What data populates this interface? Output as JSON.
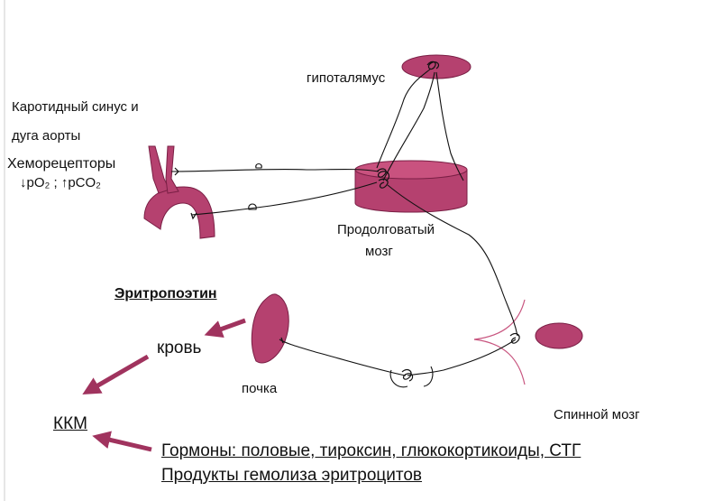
{
  "colors": {
    "organ_fill": "#b5416f",
    "organ_stroke": "#7a1f45",
    "arrow": "#a0335e",
    "nerve": "#111111",
    "spinal_outline": "#c8557f"
  },
  "labels": {
    "carotid_line1": "Каротидный синус и",
    "carotid_line2": "дуга аорты",
    "chemoreceptors": "Хеморецепторы",
    "gas_values": "↓pO₂ ; ↑pCO₂",
    "hypothalamus": "гипоталямус",
    "medulla_line1": "Продолговатый",
    "medulla_line2": "мозг",
    "erythropoietin": "Эритропоэтин",
    "blood": "кровь",
    "kidney": "почка",
    "spinal_cord": "Спинной мозг",
    "kkm": "ККМ",
    "hormones": "Гормоны: половые, тироксин, глюкокортикоиды, СТГ",
    "hemolysis": "Продукты гемолиза эритроцитов"
  }
}
